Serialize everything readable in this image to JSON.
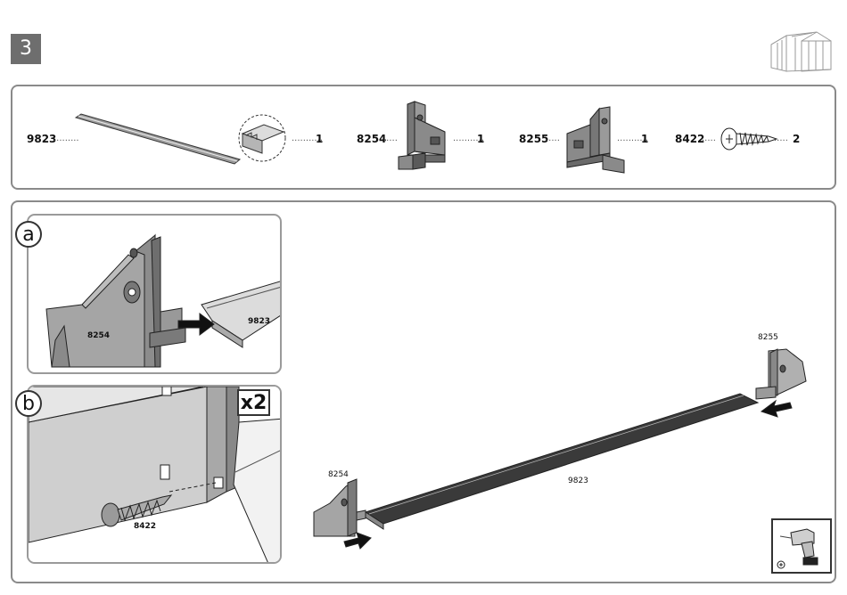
{
  "step": {
    "number": "3"
  },
  "parts": [
    {
      "code": "9823",
      "qty": "1"
    },
    {
      "code": "8254",
      "qty": "1"
    },
    {
      "code": "8255",
      "qty": "1"
    },
    {
      "code": "8422",
      "qty": "2"
    }
  ],
  "detail_a": {
    "marker": "a",
    "bracket_label": "8254",
    "rail_label": "9823"
  },
  "detail_b": {
    "marker": "b",
    "multiplier": "x2",
    "screw_label": "8422"
  },
  "main": {
    "rail_label": "9823",
    "left_bracket_label": "8254",
    "right_bracket_label": "8255"
  },
  "icons": [
    "shed-icon",
    "drill-icon",
    "arrow-right-icon",
    "arrow-left-icon"
  ]
}
